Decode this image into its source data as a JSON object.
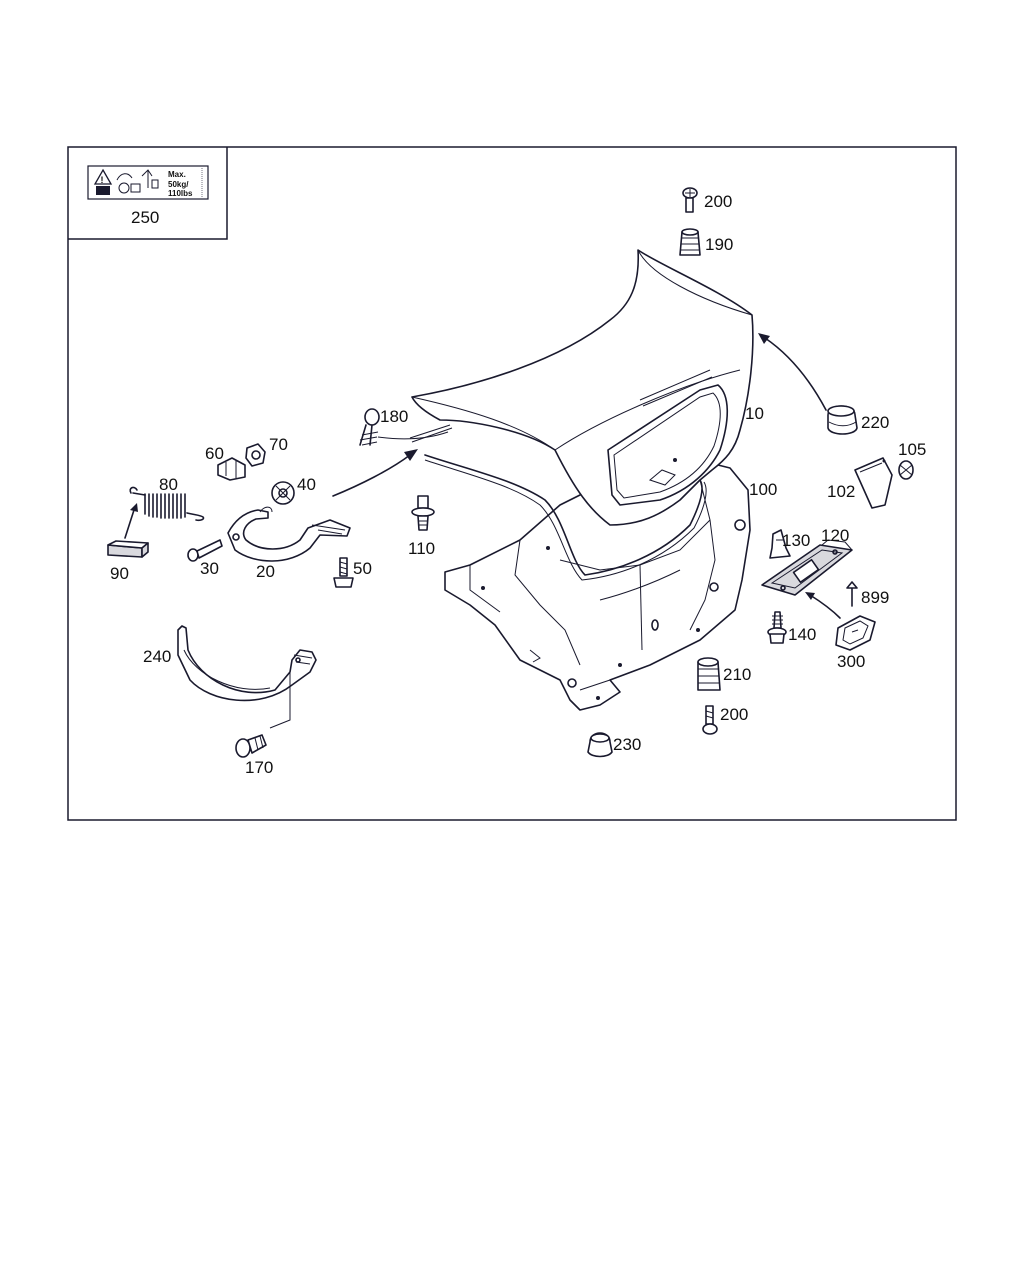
{
  "sticker": {
    "line1": "Max.",
    "line2": "50kg/",
    "line3": "110lbs"
  },
  "labels": {
    "p250": "250",
    "p200_top": "200",
    "p190": "190",
    "p10": "10",
    "p220": "220",
    "p105": "105",
    "p102": "102",
    "p100": "100",
    "p180": "180",
    "p60": "60",
    "p70": "70",
    "p40": "40",
    "p80": "80",
    "p90": "90",
    "p30": "30",
    "p20": "20",
    "p110": "110",
    "p50": "50",
    "p130": "130",
    "p120": "120",
    "p899": "899",
    "p140": "140",
    "p300": "300",
    "p240": "240",
    "p210": "210",
    "p200_bottom": "200",
    "p230": "230",
    "p170": "170"
  },
  "colors": {
    "line": "#1a1a2e",
    "background": "#ffffff"
  }
}
